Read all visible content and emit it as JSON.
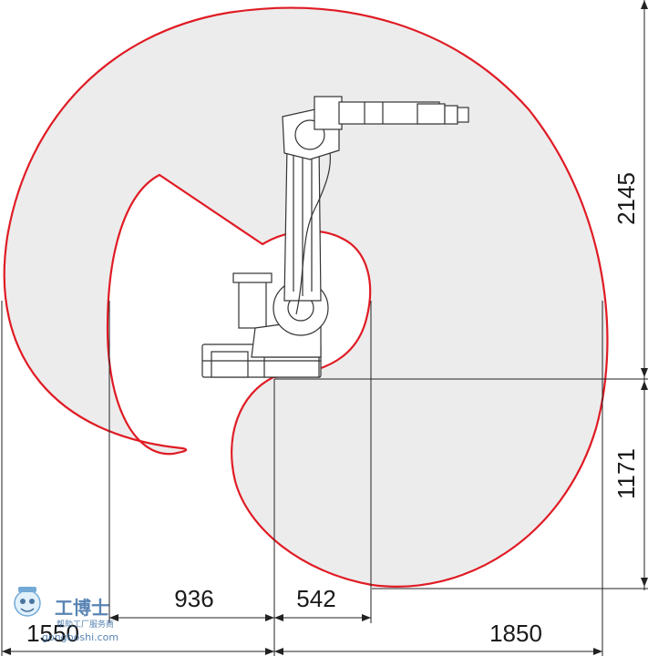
{
  "dimensions": {
    "reach_top": "2145",
    "reach_bottom": "1171",
    "inner_left": "936",
    "inner_right": "542",
    "outer_left": "1550",
    "outer_right": "1850"
  },
  "colors": {
    "envelope_fill": "#ececec",
    "envelope_stroke": "#e01b24",
    "dimension_line": "#222222",
    "robot_line": "#333333"
  },
  "watermark": {
    "brand": "工博士",
    "tagline": "帮助工厂服务商",
    "url": "gongboshi.com",
    "icon": "robot-mascot-icon"
  }
}
